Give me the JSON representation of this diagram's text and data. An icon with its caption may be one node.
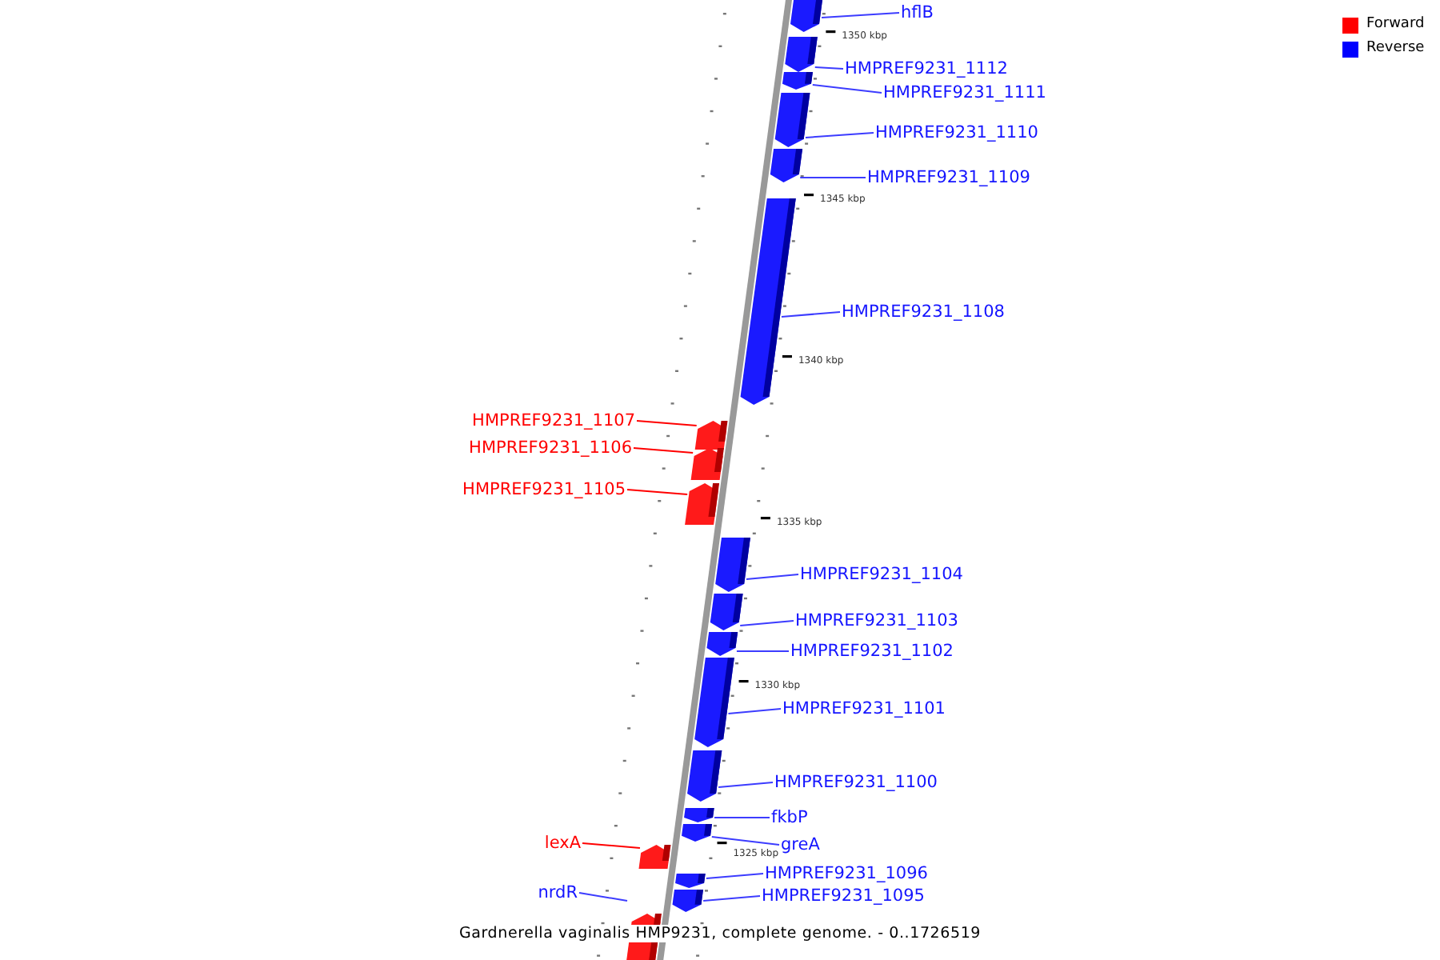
{
  "diagram": {
    "caption": "Gardnerella vaginalis HMP9231, complete genome. - 0..1726519",
    "nodes": [
      {
        "text": [
          "hflB"
        ]
      },
      {
        "text": [],
        "shape": "box"
      },
      {
        "text": [
          "HMPREF9231_1112"
        ]
      },
      {
        "text": [],
        "shape": "box"
      },
      {
        "text": [
          "HMPREF9231_1111"
        ]
      },
      {
        "text": [],
        "shape": "box"
      },
      {
        "text": [
          "HMPREF9231_1110"
        ]
      },
      {
        "text": [],
        "shape": "box"
      },
      {
        "text": [
          "HMPREF9231_1109"
        ]
      },
      {
        "text": [],
        "shape": "box"
      },
      {
        "text": [
          "HMPREF9231_1108"
        ]
      },
      {
        "text": [],
        "shape": "box"
      },
      {
        "text": [
          "HMPREF9231_1107"
        ]
      },
      {
        "text": [],
        "shape": "box"
      },
      {
        "text": [
          "HMPREF9231_1106"
        ]
      },
      {
        "text": [],
        "shape": "box"
      },
      {
        "text": [
          "HMPREF9231_1105"
        ]
      },
      {
        "text": [],
        "shape": "box"
      },
      {
        "text": [
          "HMPREF9231_1104"
        ]
      },
      {
        "text": [],
        "shape": "box"
      },
      {
        "text": [
          "HMPREF9231_1103"
        ]
      },
      {
        "text": [],
        "shape": "box"
      },
      {
        "text": [
          "HMPREF9231_1102"
        ]
      },
      {
        "text": [],
        "shape": "box"
      },
      {
        "text": [
          "HMPREF9231_1101"
        ]
      },
      {
        "text": [],
        "shape": "box"
      },
      {
        "text": [
          "HMPREF9231_1100"
        ]
      },
      {
        "text": [],
        "shape": "box"
      },
      {
        "text": [
          "fkbP"
        ]
      },
      {
        "text": [],
        "shape": "box"
      },
      {
        "text": [
          "greA"
        ]
      },
      {
        "text": [],
        "shape": "box"
      },
      {
        "text": [
          "lexA"
        ]
      },
      {
        "text": [],
        "shape": "box"
      },
      {
        "text": [
          "HMPREF9231_1096"
        ]
      },
      {
        "text": [],
        "shape": "box"
      },
      {
        "text": [
          "HMPREF9231_1095"
        ]
      },
      {
        "text": [],
        "shape": "box"
      },
      {
        "text": [
          "nrdR"
        ]
      },
      {
        "text": [],
        "shape": "box"
      }
    ],
    "edges": [
      {
        "from": 0,
        "to": 1,
        "arrow": "none"
      },
      {
        "from": 2,
        "to": 3,
        "arrow": "none"
      },
      {
        "from": 4,
        "to": 5,
        "arrow": "none"
      },
      {
        "from": 6,
        "to": 7,
        "arrow": "none"
      },
      {
        "from": 8,
        "to": 9,
        "arrow": "none"
      },
      {
        "from": 10,
        "to": 11,
        "arrow": "none"
      },
      {
        "from": 12,
        "to": 13,
        "arrow": "none",
        "color": "#ff0000"
      },
      {
        "from": 14,
        "to": 15,
        "arrow": "none",
        "color": "#ff0000"
      },
      {
        "from": 16,
        "to": 17,
        "arrow": "none",
        "color": "#ff0000"
      },
      {
        "from": 18,
        "to": 19,
        "arrow": "none"
      },
      {
        "from": 20,
        "to": 21,
        "arrow": "none"
      },
      {
        "from": 22,
        "to": 23,
        "arrow": "none"
      },
      {
        "from": 24,
        "to": 25,
        "arrow": "none"
      },
      {
        "from": 26,
        "to": 27,
        "arrow": "none"
      },
      {
        "from": 28,
        "to": 29,
        "arrow": "none"
      },
      {
        "from": 30,
        "to": 31,
        "arrow": "none"
      },
      {
        "from": 32,
        "to": 33,
        "arrow": "none",
        "color": "#ff0000"
      },
      {
        "from": 34,
        "to": 35,
        "arrow": "none"
      },
      {
        "from": 36,
        "to": 37,
        "arrow": "none"
      },
      {
        "from": 38,
        "to": null,
        "arrow": "none"
      }
    ],
    "labels": [
      "1350 kbp",
      "1345 kbp",
      "1340 kbp",
      "1335 kbp",
      "1330 kbp",
      "1325 kbp"
    ],
    "legend": [
      {
        "text": "Forward",
        "color": "#ff0000"
      },
      {
        "text": "Reverse",
        "color": "#0000ff"
      }
    ]
  }
}
